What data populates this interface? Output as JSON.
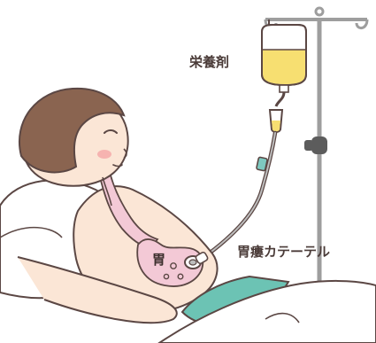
{
  "labels": {
    "nutrient": "栄養剤",
    "stomach": "胃",
    "catheter": "胃瘻カテーテル"
  },
  "colors": {
    "outline": "#5b4744",
    "skin": "#fbe6d6",
    "hair": "#8a6450",
    "stomach_pink": "#f3c9d6",
    "blanket_teal": "#6cc3b4",
    "bag_liquid": "#f7df71",
    "tube_teal": "#7ec9c0",
    "cheek": "#f5a6a6",
    "pole_gray": "#a9a9a9",
    "clamp_dark": "#5c5c5c"
  },
  "icons": [
    "iv-drip-bag",
    "iv-pole",
    "feeding-tube",
    "patient",
    "stomach"
  ]
}
